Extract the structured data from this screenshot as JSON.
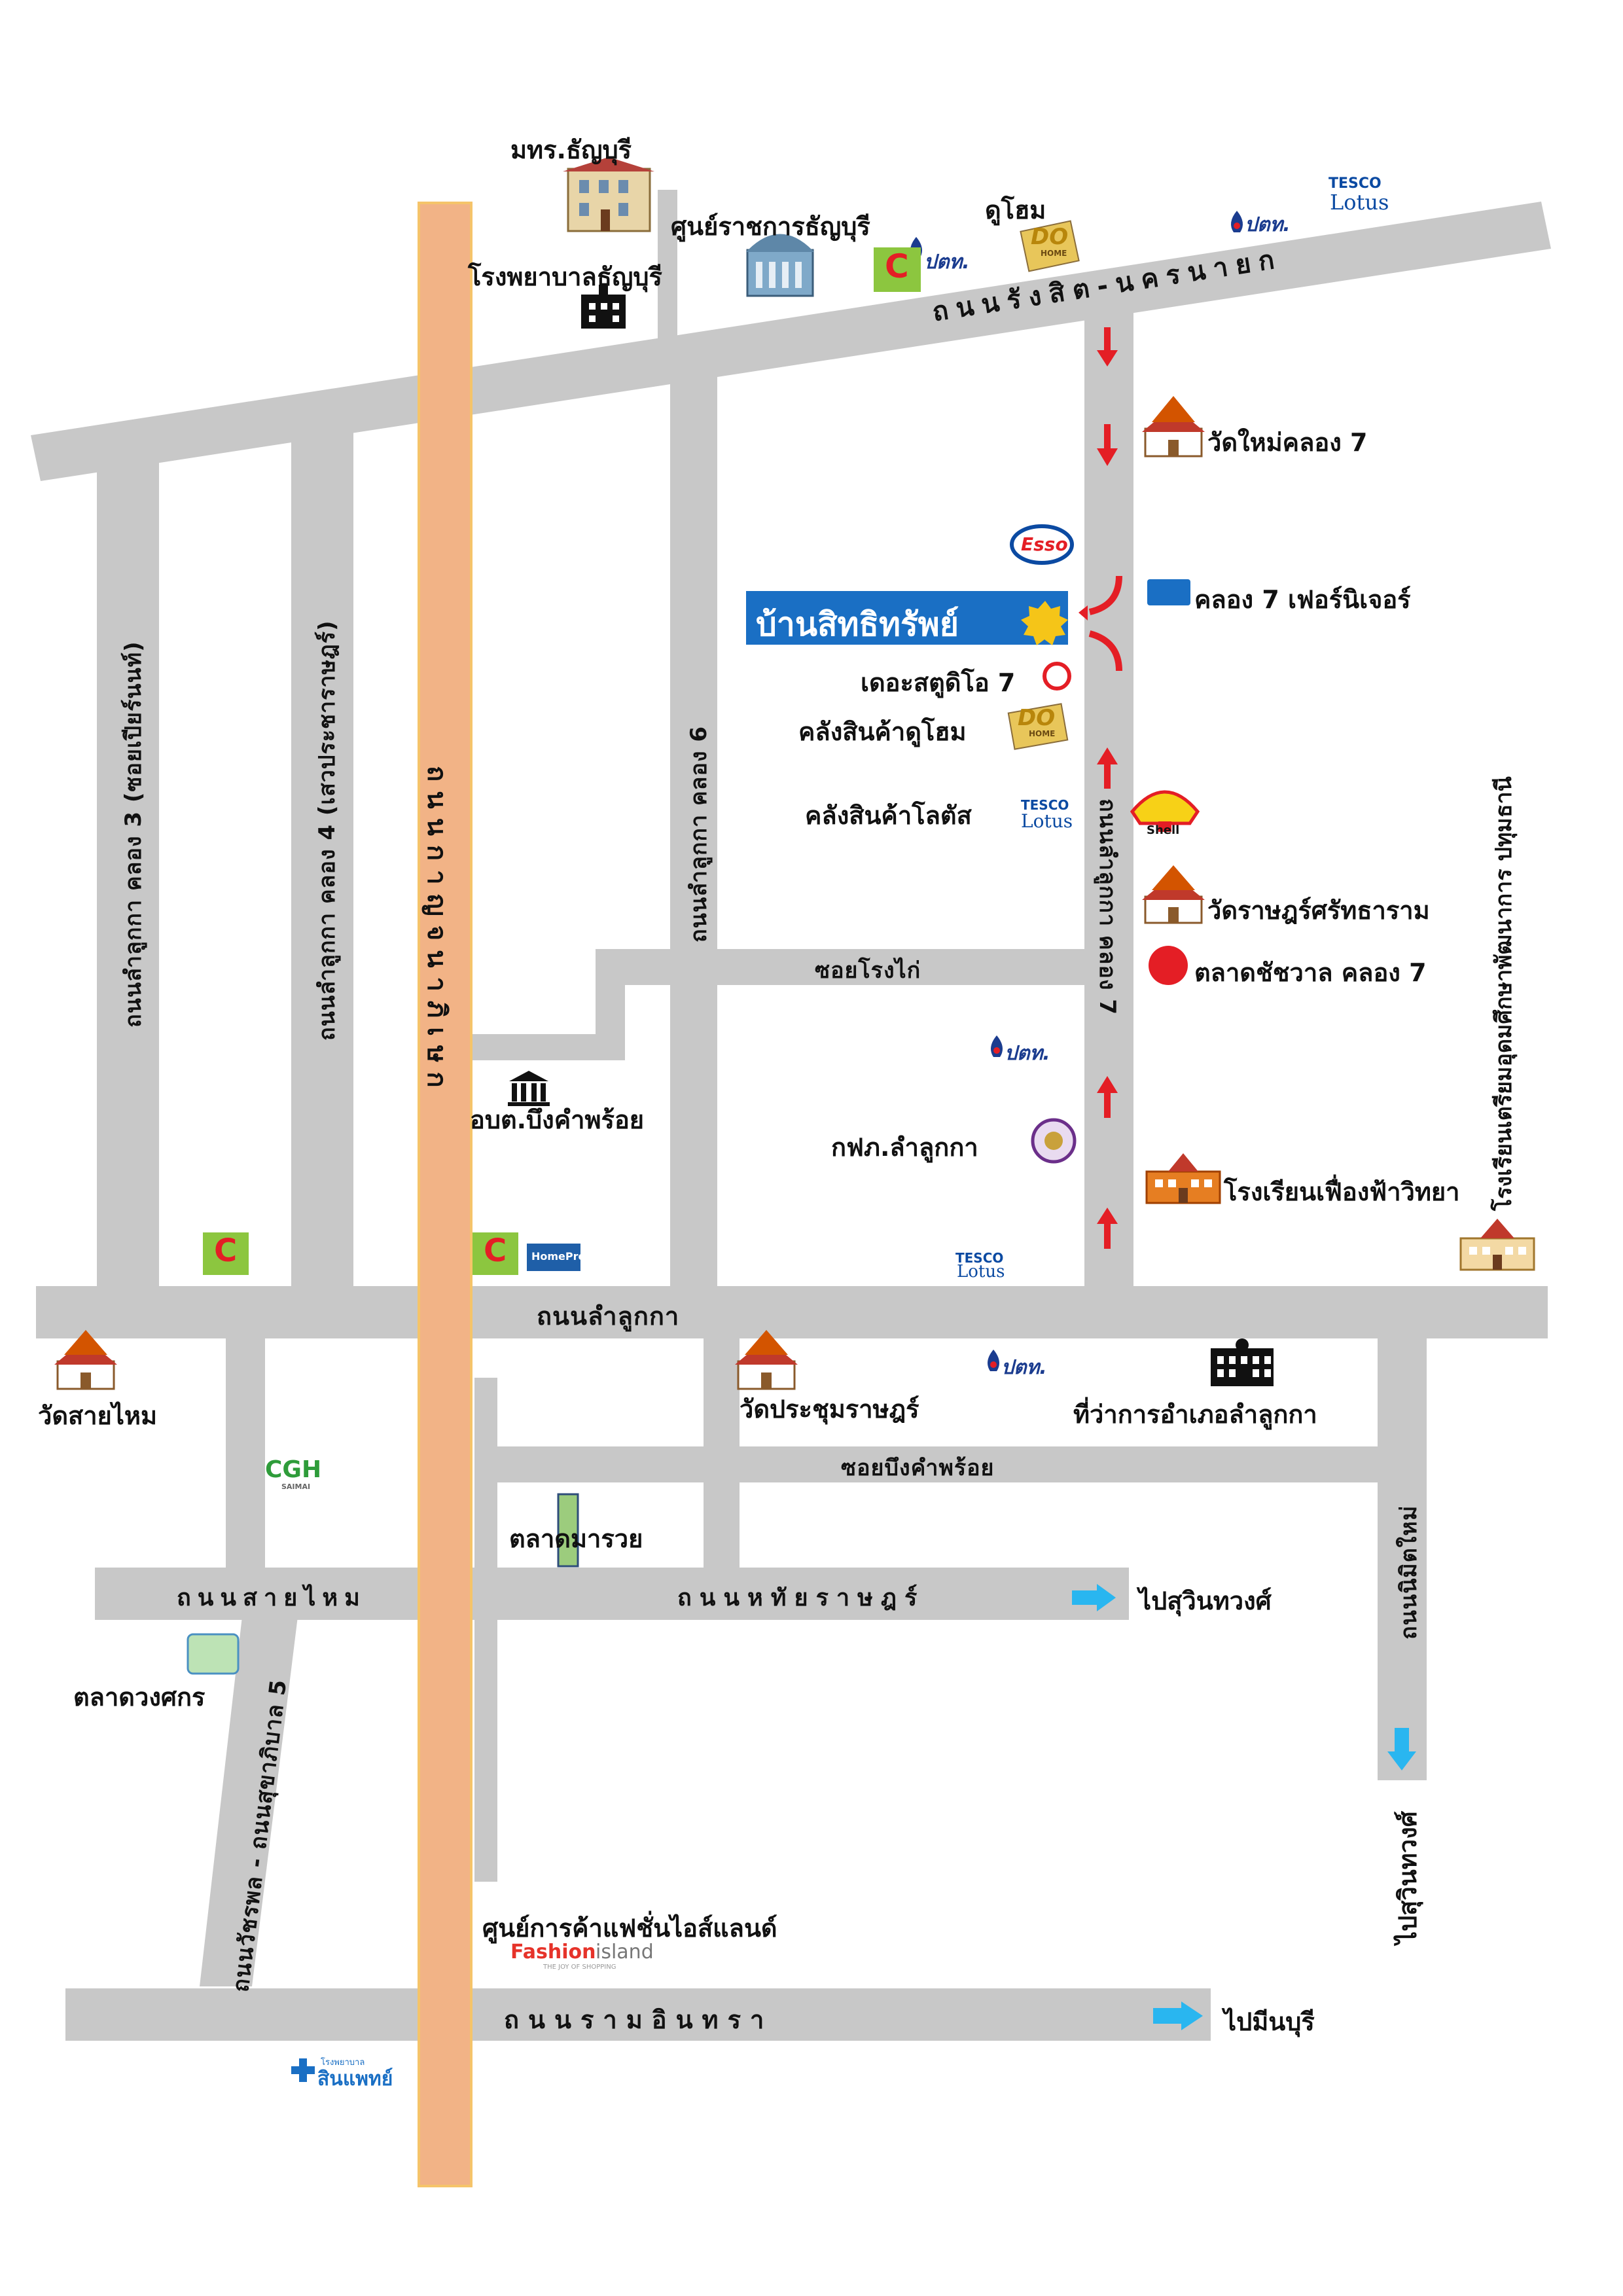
{
  "roads": {
    "rangsit_nakhon_nayok": "ถนนรังสิต-นครนายก",
    "lam_luk_ka": "ถนนลำลูกกา",
    "kanchanaphisek": "ถนนกาญจนาภิเษก",
    "lamlukka_khlong3": "ถนนลำลูกกา คลอง 3 (ซอยเปียร์นนท์)",
    "lamlukka_khlong4": "ถนนลำลูกกา คลอง 4 (เสวประชาราษฎร์)",
    "lamlukka_khlong6": "ถนนลำลูกกา คลอง 6",
    "lamlukka_khlong7": "ถนนลำลูกกา คลอง 7",
    "soi_rong_kai": "ซอยโรงไก่",
    "soi_bueng_kham_phroi": "ซอยบึงคำพร้อย",
    "sai_mai": "ถนนสายไหม",
    "hathai_rat": "ถนนหทัยราษฎร์",
    "nimit_mai": "ถนนนิมิตใหม่",
    "watcharaphon_sukhapiban5": "ถนนวัชรพล - ถนนสุขาภิบาล 5",
    "ram_inthra": "ถนนรามอินทรา"
  },
  "destinations": {
    "to_suwinthawong_1": "ไปสุวินทวงศ์",
    "to_suwinthawong_2": "ไปสุวินทวงศ์",
    "to_min_buri": "ไปมีนบุรี"
  },
  "places": {
    "rmutt": "มทร.ธัญบุรี",
    "thanyaburi_gov_center": "ศูนย์ราชการธัญบุรี",
    "thanyaburi_hospital": "โรงพยาบาลธัญบุรี",
    "dohome_top": "ดูโฮม",
    "wat_mai_khlong7": "วัดใหม่คลอง 7",
    "khlong7_furniture": "คลอง 7 เฟอร์นิเจอร์",
    "project_name": "บ้านสิทธิทรัพย์",
    "the_studio_7": "เดอะสตูดิโอ 7",
    "dohome_warehouse": "คลังสินค้าดูโฮม",
    "lotus_warehouse": "คลังสินค้าโลตัส",
    "wat_rat_sattharam": "วัดราษฎร์ศรัทธาราม",
    "talad_chatchawan": "ตลาดชัชวาล คลอง 7",
    "obt_bueng_kham_phroi": "อบต.บึงคำพร้อย",
    "pea_lamlukka": "กฟภ.ลำลูกกา",
    "feuangfa_school": "โรงเรียนเฟื่องฟ้าวิทยา",
    "prep_school_pathum": "โรงเรียนเตรียมอุดมศึกษาพัฒนาการ ปทุมธานี",
    "wat_sai_mai": "วัดสายไหม",
    "wat_prachum_rat": "วัดประชุมราษฎร์",
    "district_office": "ที่ว่าการอำเภอลำลูกกา",
    "talad_maruay": "ตลาดมารวย",
    "talad_wongsakorn": "ตลาดวงศกร",
    "fashion_island": "ศูนย์การค้าแฟชั่นไอส์แลนด์"
  },
  "logos": {
    "ptt": "ปตท.",
    "tesco_1": "TESCO",
    "tesco_2": "Lotus",
    "esso": "Esso",
    "do_home_1": "DO",
    "do_home_2": "HOME",
    "bigc": "C",
    "homepro": "HomePro",
    "shell": "Shell",
    "cgh_1": "CGH",
    "cgh_2": "SAIMAI",
    "fashion_1": "Fashion",
    "fashion_2": "island",
    "fashion_3": "THE JOY OF SHOPPING",
    "sinphaet_1": "โรงพยาบาล",
    "sinphaet_2": "สินแพทย์"
  },
  "colors": {
    "road": "#c8c8c8",
    "highway": "#f2b386",
    "highway_border": "#f5c46a",
    "project_banner": "#1a6fc4",
    "arrow_red": "#e41e25",
    "arrow_blue": "#29b6f0",
    "ptt_blue": "#1b3c8f",
    "bigc_green": "#8cc63f"
  }
}
